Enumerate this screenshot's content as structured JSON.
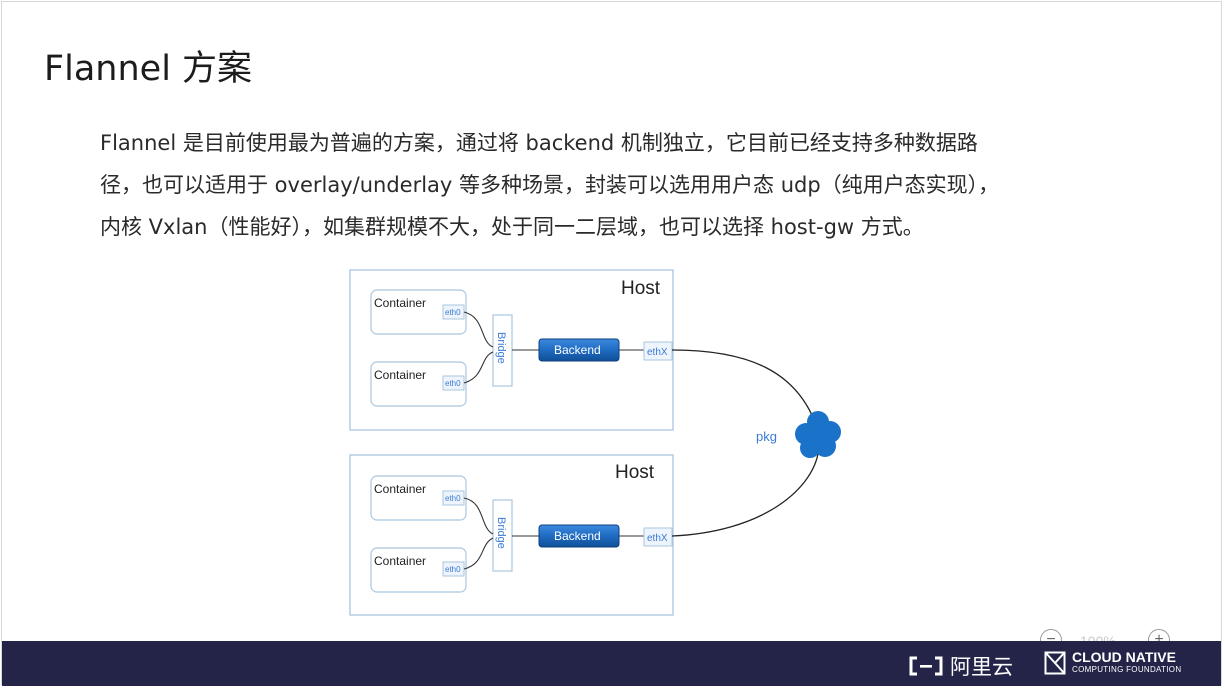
{
  "title": "Flannel 方案",
  "body": {
    "lines": [
      "Flannel 是目前使用最为普遍的方案，通过将 backend 机制独立，它目前已经支持多种数据路",
      "径，也可以适用于 overlay/underlay 等多种场景，封装可以选用用户态 udp（纯用户态实现），",
      "内核 Vxlan（性能好），如集群规模不大，处于同一二层域，也可以选择 host-gw 方式。"
    ]
  },
  "diagram": {
    "hosts": [
      {
        "label": "Host",
        "containers": [
          {
            "label": "Container",
            "iface": "eth0"
          },
          {
            "label": "Container",
            "iface": "eth0"
          }
        ],
        "bridge": "Bridge",
        "backend": "Backend",
        "nic": "ethX"
      },
      {
        "label": "Host",
        "containers": [
          {
            "label": "Container",
            "iface": "eth0"
          },
          {
            "label": "Container",
            "iface": "eth0"
          }
        ],
        "bridge": "Bridge",
        "backend": "Backend",
        "nic": "ethX"
      }
    ],
    "network_label": "pkg",
    "colors": {
      "box_border": "#a9c6e0",
      "backend_fill": "#1f6bc2",
      "label_blue": "#3a7bd5",
      "cloud": "#1a73c9"
    }
  },
  "footer": {
    "aliyun_label": "阿里云",
    "cncf_line1": "CLOUD NATIVE",
    "cncf_line2": "COMPUTING FOUNDATION",
    "background": "#232448"
  },
  "zoom": {
    "minus": "−",
    "plus": "+",
    "percent": "100%"
  }
}
